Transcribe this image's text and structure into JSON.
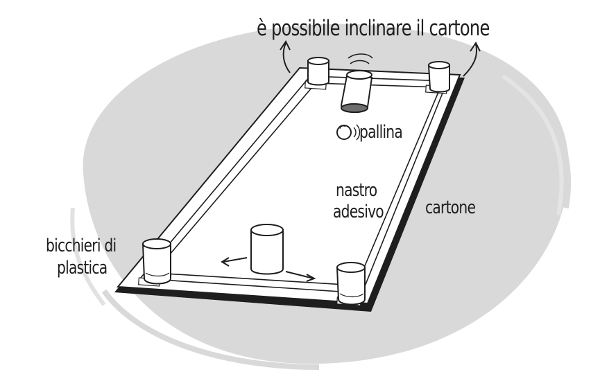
{
  "labels": {
    "tilt": "è possibile inclinare il cartone",
    "ball": "pallina",
    "tape_line1": "nastro",
    "tape_line2": "adesivo",
    "cardboard": "cartone",
    "cups_line1": "bicchieri di",
    "cups_line2": "plastica"
  },
  "colors": {
    "ink": "#1e1e1e",
    "background_blob": "#d9d9d9",
    "cardboard": "#ffffff",
    "cup_shadow": "#6e6e6e"
  },
  "icons": [
    "curved-arrow-up-icon",
    "double-arrow-icon",
    "motion-lines-icon"
  ]
}
